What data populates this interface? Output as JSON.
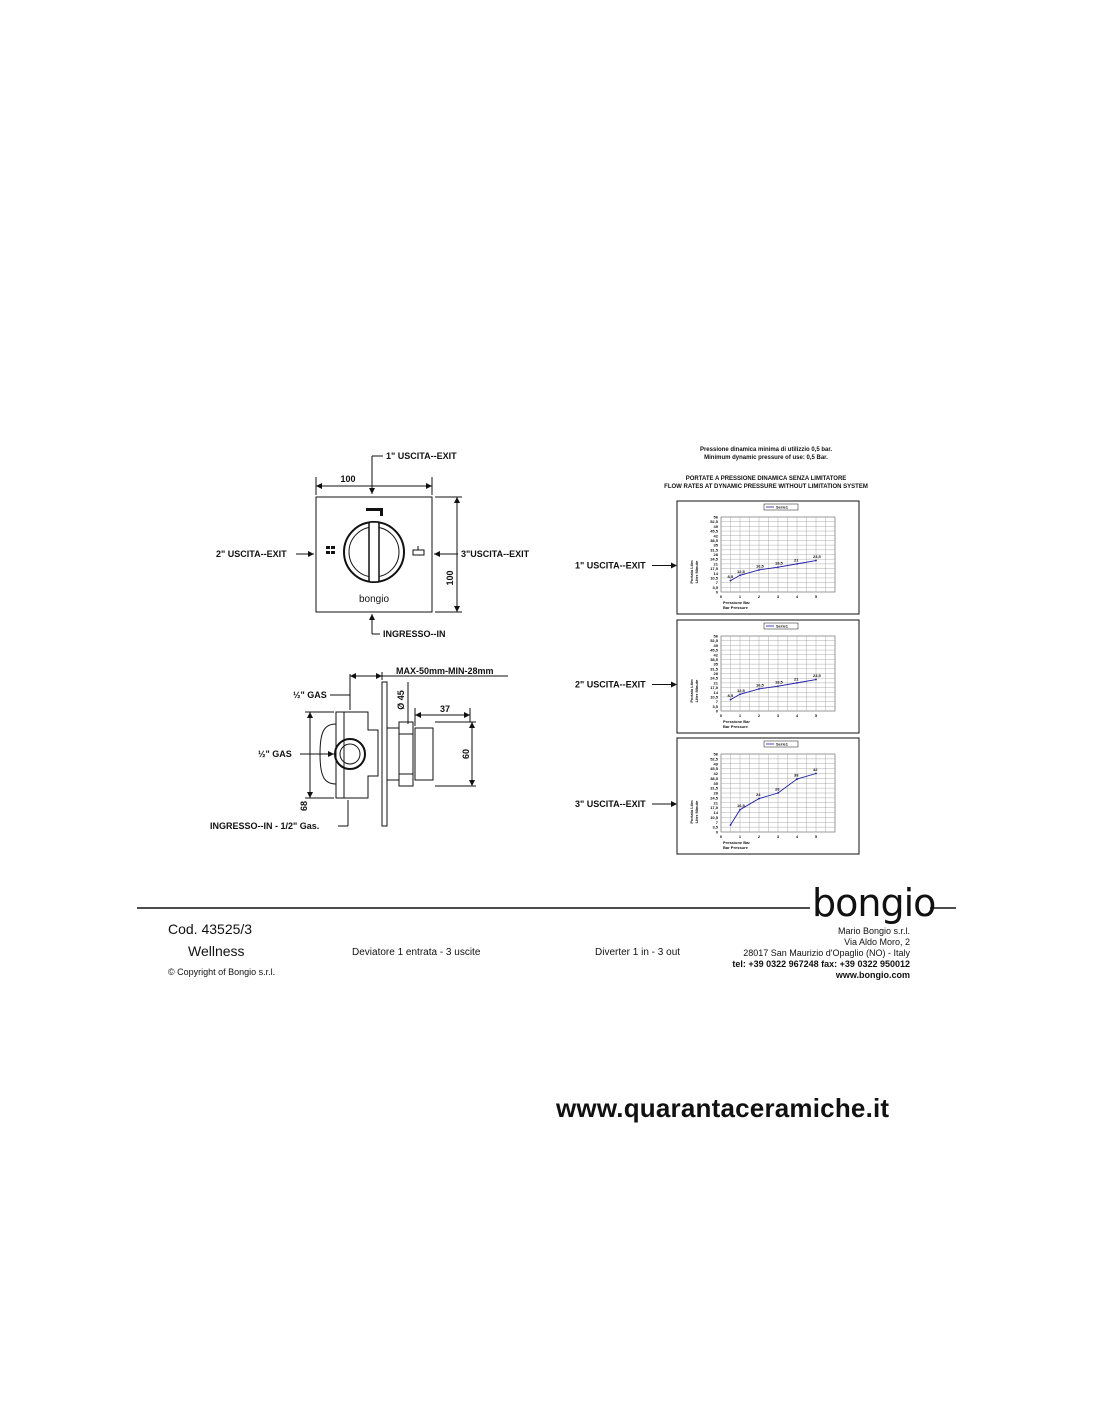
{
  "drawing": {
    "front_view": {
      "top_label": "1\" USCITA--EXIT",
      "left_label": "2\" USCITA--EXIT",
      "right_label": "3\"USCITA--EXIT",
      "bottom_label": "INGRESSO--IN",
      "width_dim": "100",
      "height_dim": "100",
      "plate_logo": "bongio"
    },
    "side_view": {
      "depth_label": "MAX-50mm-MIN-28mm",
      "gas_top": "½\" GAS",
      "gas_mid": "½\" GAS",
      "diameter": "Ø 45",
      "knob_depth": "37",
      "knob_height": "60",
      "body_height": "68",
      "inlet_label": "INGRESSO--IN - 1/2\" Gas."
    }
  },
  "charts_header": {
    "line1": "Pressione dinamica minima di utilizzio 0,5  bar.",
    "line2": "Minimum dynamic pressure of use: 0,5 Bar.",
    "line3": "PORTATE A PRESSIONE DINAMICA SENZA LIMITATORE",
    "line4": "FLOW RATES AT DYNAMIC PRESSURE WITHOUT LIMITATION SYSTEM"
  },
  "chart_data": [
    {
      "type": "line",
      "exit_label": "1\" USCITA--EXIT",
      "xlabel": "Pressione Bar\nBar Pressure",
      "ylabel": "Portata Lt/m\nLiter Minute",
      "legend": "Serie1",
      "x": [
        0.5,
        1.0,
        2.0,
        3.0,
        4.0,
        5.0
      ],
      "values": [
        8.5,
        12.5,
        16.5,
        18.5,
        21.0,
        23.5
      ],
      "value_labels": [
        "8,5",
        "12,5",
        "16,5",
        "18,5",
        "21",
        "23,5"
      ],
      "xticks": [
        "0",
        "1",
        "2",
        "3",
        "4",
        "5"
      ],
      "yticks": [
        "0",
        "3,5",
        "7",
        "10,5",
        "14",
        "17,5",
        "21",
        "24,5",
        "28",
        "31,5",
        "35",
        "38,5",
        "42",
        "45,5",
        "49",
        "52,5",
        "56"
      ],
      "xlim": [
        0,
        6
      ],
      "ylim": [
        0,
        56
      ],
      "grid": true,
      "color": "#1d1da8"
    },
    {
      "type": "line",
      "exit_label": "2\" USCITA--EXIT",
      "xlabel": "Pressione Bar\nBar Pressure",
      "ylabel": "Portata Lt/m\nLiter Minute",
      "legend": "Serie1",
      "x": [
        0.5,
        1.0,
        2.0,
        3.0,
        4.0,
        5.0
      ],
      "values": [
        8.5,
        12.5,
        16.5,
        18.5,
        21.0,
        23.5
      ],
      "value_labels": [
        "8,5",
        "12,5",
        "16,5",
        "18,5",
        "21",
        "23,5"
      ],
      "xticks": [
        "0",
        "1",
        "2",
        "3",
        "4",
        "5"
      ],
      "yticks": [
        "0",
        "3,5",
        "7",
        "10,5",
        "14",
        "17,5",
        "21",
        "24,5",
        "28",
        "31,5",
        "35",
        "38,5",
        "42",
        "45,5",
        "49",
        "52,5",
        "56"
      ],
      "xlim": [
        0,
        6
      ],
      "ylim": [
        0,
        56
      ],
      "grid": true,
      "color": "#1d1da8"
    },
    {
      "type": "line",
      "exit_label": "3\" USCITA--EXIT",
      "xlabel": "Pressione Bar\nBar Pressure",
      "ylabel": "Portata Lt/m\nLiter Minute",
      "legend": "Serie1",
      "x": [
        0.5,
        1.0,
        2.0,
        3.0,
        4.0,
        5.0
      ],
      "values": [
        5.0,
        16.0,
        24.0,
        28.0,
        38.0,
        42.0
      ],
      "value_labels": [
        "",
        "16,5",
        "24",
        "28",
        "38",
        "42"
      ],
      "xticks": [
        "0",
        "1",
        "2",
        "3",
        "4",
        "5"
      ],
      "yticks": [
        "0",
        "3,5",
        "7",
        "10,5",
        "14",
        "17,5",
        "21",
        "24,5",
        "28",
        "31,5",
        "35",
        "38,5",
        "42",
        "45,5",
        "49",
        "52,5",
        "56"
      ],
      "xlim": [
        0,
        6
      ],
      "ylim": [
        0,
        56
      ],
      "grid": true,
      "color": "#1d1da8"
    }
  ],
  "footer": {
    "code": "Cod. 43525/3",
    "series": "Wellness",
    "copyright": "© Copyright of Bongio s.r.l.",
    "desc_it": "Deviatore 1 entrata - 3 uscite",
    "desc_en": "Diverter 1 in - 3 out",
    "logo": "bongio",
    "company": "Mario Bongio s.r.l.",
    "address1": "Via Aldo Moro, 2",
    "address2": "28017 San Maurizio d'Opaglio (NO) - Italy",
    "phone": "tel: +39 0322 967248 fax: +39 0322 950012",
    "web": "www.bongio.com"
  },
  "website": "www.quarantaceramiche.it"
}
